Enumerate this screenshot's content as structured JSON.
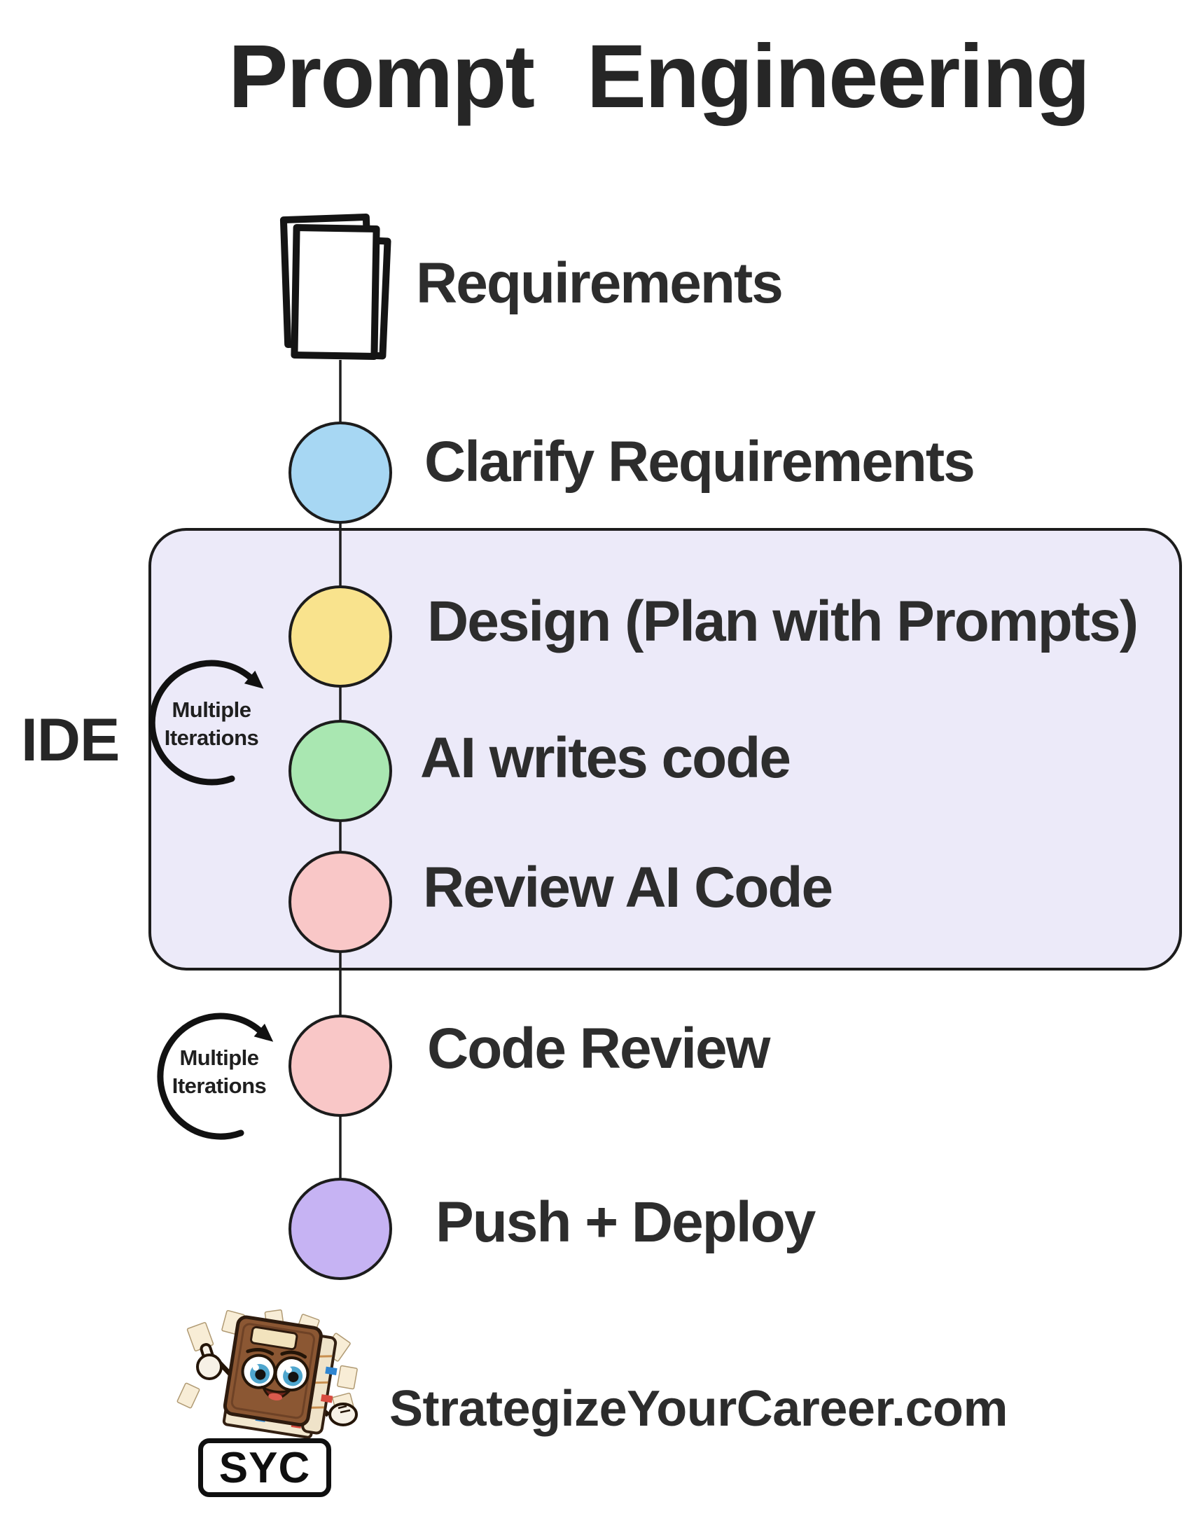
{
  "title": "Prompt Engineering",
  "colors": {
    "ink": "#1c1c1c",
    "text": "#2d2d2d",
    "ide_box_fill": "#eceaf9"
  },
  "flow": {
    "steps": [
      {
        "label": "Requirements",
        "marker": "documents-icon",
        "fill": ""
      },
      {
        "label": "Clarify Requirements",
        "marker": "circle",
        "fill": "#a7d7f3"
      },
      {
        "label": "Design (Plan with Prompts)",
        "marker": "circle",
        "fill": "#f9e38d"
      },
      {
        "label": "AI writes code",
        "marker": "circle",
        "fill": "#a9e7b1"
      },
      {
        "label": "Review AI Code",
        "marker": "circle",
        "fill": "#f9c7c7"
      },
      {
        "label": "Code Review",
        "marker": "circle",
        "fill": "#f9c7c7"
      },
      {
        "label": "Push + Deploy",
        "marker": "circle",
        "fill": "#c6b3f3"
      }
    ],
    "ide_group": {
      "label": "IDE",
      "contains": [
        "Design (Plan with Prompts)",
        "AI writes code",
        "Review AI Code"
      ]
    },
    "iteration_badges": [
      {
        "line1": "Multiple",
        "line2": "Iterations",
        "location": "between Design and AI writes code"
      },
      {
        "line1": "Multiple",
        "line2": "Iterations",
        "location": "beside Code Review"
      }
    ]
  },
  "footer": {
    "website": "StrategizeYourCareer.com",
    "logo_text": "SYC"
  }
}
